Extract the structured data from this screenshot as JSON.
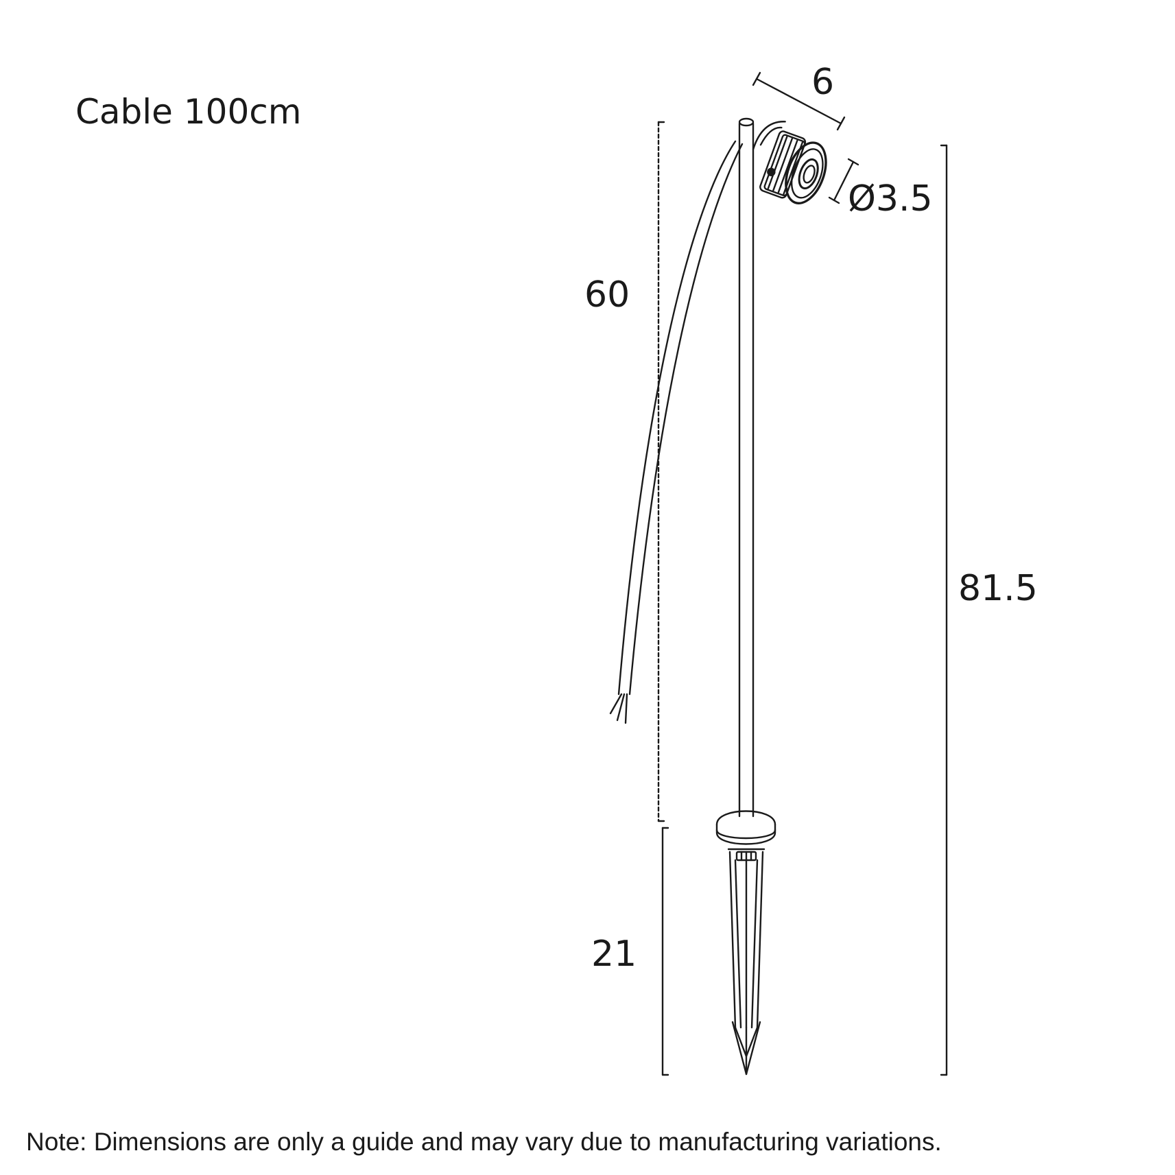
{
  "cable_note": "Cable 100cm",
  "dimensions": {
    "head_length": "6",
    "head_diameter": "Ø3.5",
    "pole_length": "60",
    "total_height": "81.5",
    "spike_length": "21"
  },
  "footer_note": "Note: Dimensions are only a guide and may vary due to manufacturing variations."
}
